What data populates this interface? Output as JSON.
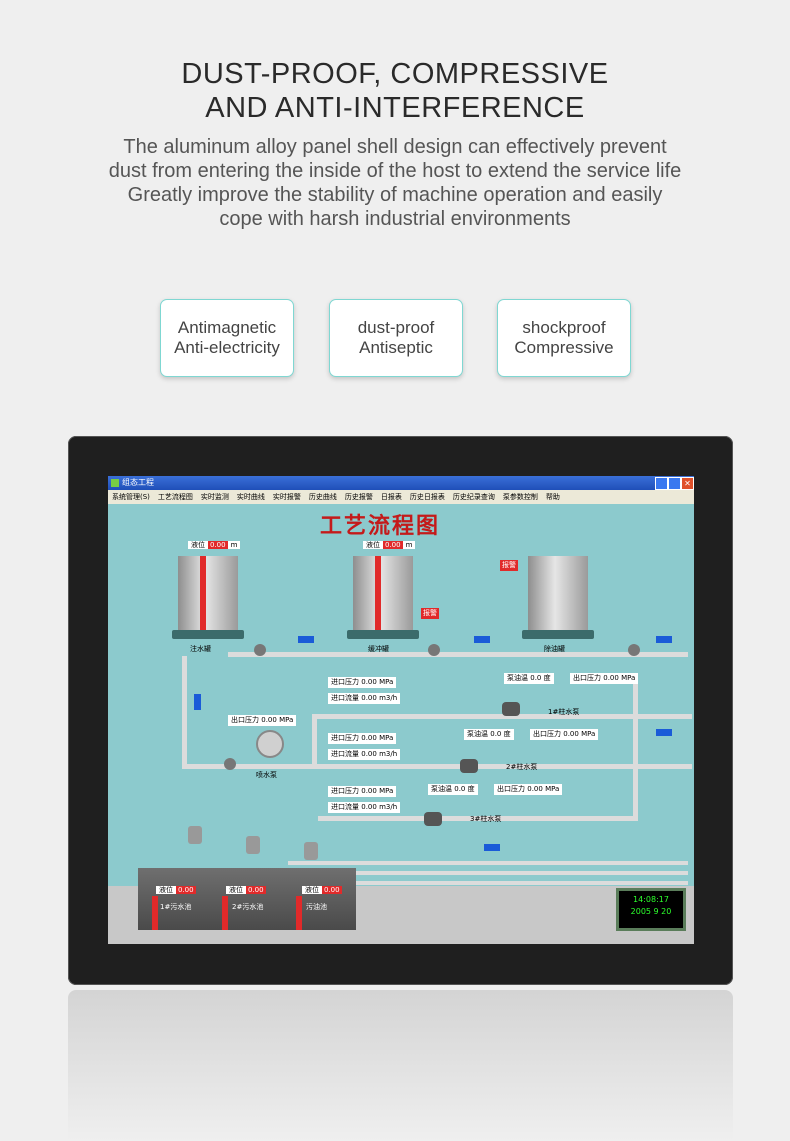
{
  "header": {
    "title_line1": "DUST-PROOF, COMPRESSIVE",
    "title_line2": "AND ANTI-INTERFERENCE",
    "desc_lines": [
      "The aluminum alloy panel shell design can effectively prevent",
      "dust from entering the inside of the host to extend the service life",
      "Greatly improve the stability of machine operation and easily",
      "cope with harsh industrial environments"
    ]
  },
  "features": [
    {
      "line1": "Antimagnetic",
      "line2": "Anti-electricity"
    },
    {
      "line1": "dust-proof",
      "line2": "Antiseptic"
    },
    {
      "line1": "shockproof",
      "line2": "Compressive"
    }
  ],
  "screen": {
    "window_title": "组态工程",
    "menu": [
      "系统管理(S)",
      "工艺流程图",
      "实时监测",
      "实时曲线",
      "实时报警",
      "历史曲线",
      "历史报警",
      "日报表",
      "历史日报表",
      "历史纪录查询",
      "泵参数控制",
      "帮助"
    ],
    "heading": "工艺流程图",
    "level_label": "液位",
    "level_value": "0.00",
    "level_unit": "m",
    "alarm_label": "报警",
    "tanks": [
      "注水罐",
      "缓冲罐",
      "除油罐"
    ],
    "pumps": [
      "1#柱水泵",
      "2#柱水泵",
      "3#柱水泵",
      "喷水泵"
    ],
    "inlet_pressure": "进口压力",
    "inlet_flow": "进口流量",
    "outlet_pressure": "出口压力",
    "pump_temp": "泵油温",
    "value": "0.00",
    "temp_value": "0.0",
    "temp_unit": "度",
    "pressure_unit": "MPa",
    "flow_unit": "m3/h",
    "pools": [
      "1#污水池",
      "2#污水池",
      "污油池"
    ],
    "clock_time": "14:08:17",
    "clock_date": "2005 9  20"
  }
}
